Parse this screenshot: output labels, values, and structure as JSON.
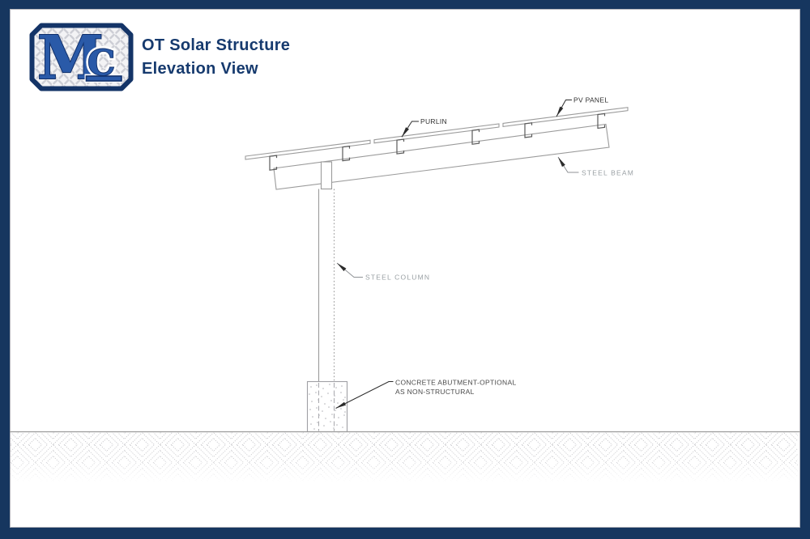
{
  "header": {
    "logo": {
      "letter_m": "M",
      "letter_c": "C"
    },
    "title_line1": "OT Solar Structure",
    "title_line2": "Elevation View"
  },
  "drawing": {
    "labels": {
      "pv_panel": "PV PANEL",
      "purlin": "PURLIN",
      "steel_beam": "STEEL BEAM",
      "steel_column": "STEEL COLUMN",
      "concrete_abutment_line1": "CONCRETE ABUTMENT-OPTIONAL",
      "concrete_abutment_line2": "AS NON-STRUCTURAL"
    },
    "colors": {
      "frame_navy": "#16365f",
      "title_navy": "#163a6e",
      "logo_blue": "#2a5aa8",
      "logo_outline_navy": "#11306b",
      "cad_line_gray": "#9b9b9b",
      "label_dark": "#2f2f2f",
      "label_light_gray": "#9aa0a4",
      "earth_hatch_gray": "#c2c2c6"
    }
  }
}
